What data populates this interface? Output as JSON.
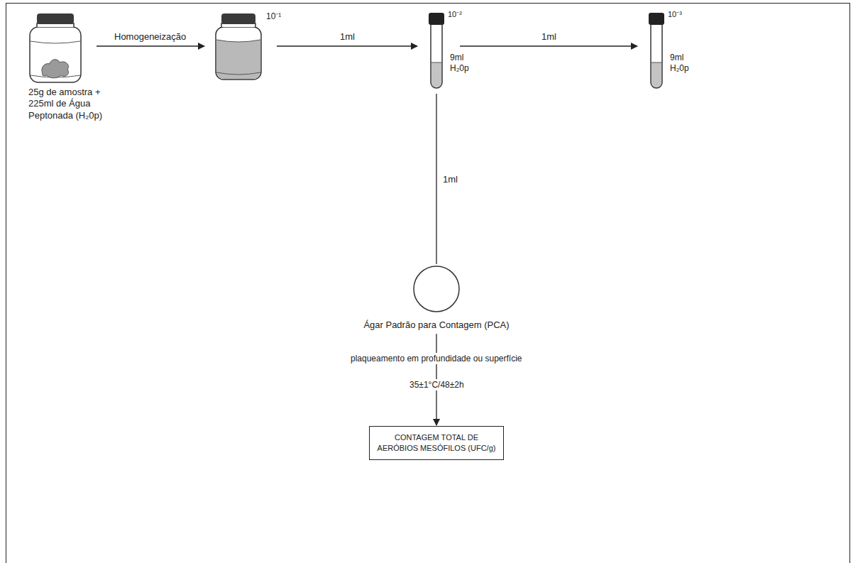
{
  "diagram": {
    "nodes": [
      {
        "text": [
          "25g de amostra + 225ml de Água Peptonada (H₂0p)"
        ]
      },
      {
        "text": [
          "10⁻¹"
        ]
      },
      {
        "text": [
          "10⁻²",
          "9ml H₂0p"
        ]
      },
      {
        "text": [
          "10⁻³",
          "9ml H₂0p"
        ]
      },
      {
        "text": [
          "Ágar Padrão para Contagem (PCA)"
        ]
      },
      {
        "text": [
          "CONTAGEM TOTAL DE AERÓBIOS MESÓFILOS (UFC/g)"
        ]
      }
    ],
    "edges": [
      {
        "from": 0,
        "to": 1,
        "label": "Homogeneização",
        "arrow": "to"
      },
      {
        "from": 1,
        "to": 2,
        "label": "1ml",
        "arrow": "to"
      },
      {
        "from": 2,
        "to": 3,
        "label": "1ml",
        "arrow": "to"
      },
      {
        "from": 2,
        "to": 4,
        "label": "1ml",
        "arrow": "none"
      },
      {
        "from": 4,
        "to": 5,
        "arrow": "to"
      }
    ],
    "labels": [
      "plaqueamento em profundidade ou superfície",
      "35±1°C/48±2h"
    ]
  }
}
